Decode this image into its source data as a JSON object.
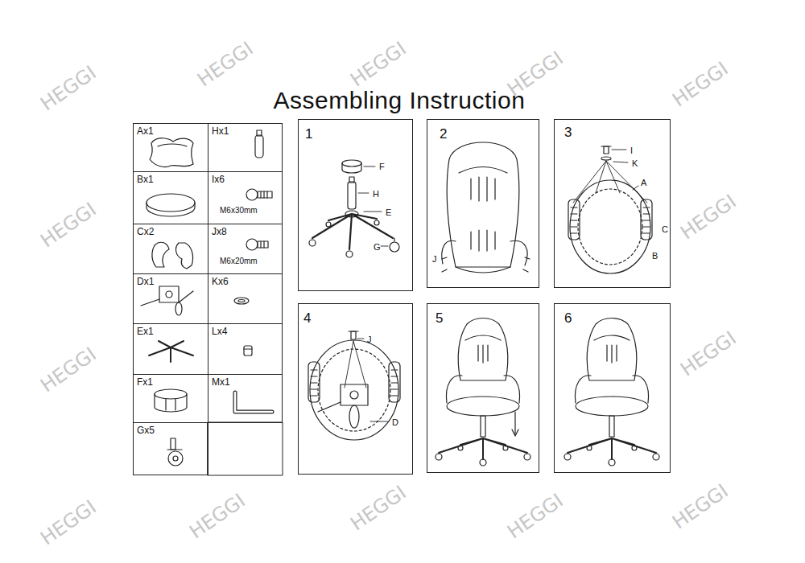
{
  "diagram": {
    "title": "Assembling Instruction",
    "nodes": [
      {
        "text": [
          "Ax1"
        ]
      },
      {
        "text": [
          "Hx1"
        ]
      },
      {
        "text": [
          "Bx1"
        ]
      },
      {
        "text": [
          "Ix6",
          "M6x30mm"
        ]
      },
      {
        "text": [
          "Cx2"
        ]
      },
      {
        "text": [
          "Jx8",
          "M6x20mm"
        ]
      },
      {
        "text": [
          "Dx1"
        ]
      },
      {
        "text": [
          "Kx6"
        ]
      },
      {
        "text": [
          "Ex1"
        ]
      },
      {
        "text": [
          "Lx4"
        ]
      },
      {
        "text": [
          "Fx1"
        ]
      },
      {
        "text": [
          "Mx1"
        ]
      },
      {
        "text": [
          "Gx5"
        ]
      },
      {
        "text": [
          "1",
          "F",
          "H",
          "E",
          "G"
        ]
      },
      {
        "text": [
          "2",
          "J"
        ]
      },
      {
        "text": [
          "3",
          "I",
          "K",
          "A",
          "C",
          "B"
        ]
      },
      {
        "text": [
          "4",
          "J",
          "D"
        ]
      },
      {
        "text": [
          "5"
        ]
      },
      {
        "text": [
          "6"
        ]
      }
    ],
    "labels": [
      "HEGGI",
      "HEGGI",
      "HEGGI",
      "HEGGI",
      "HEGGI",
      "HEGGI",
      "HEGGI",
      "HEGGI",
      "HEGGI",
      "HEGGI",
      "HEGGI",
      "HEGGI",
      "HEGGI",
      "HEGGI"
    ]
  }
}
